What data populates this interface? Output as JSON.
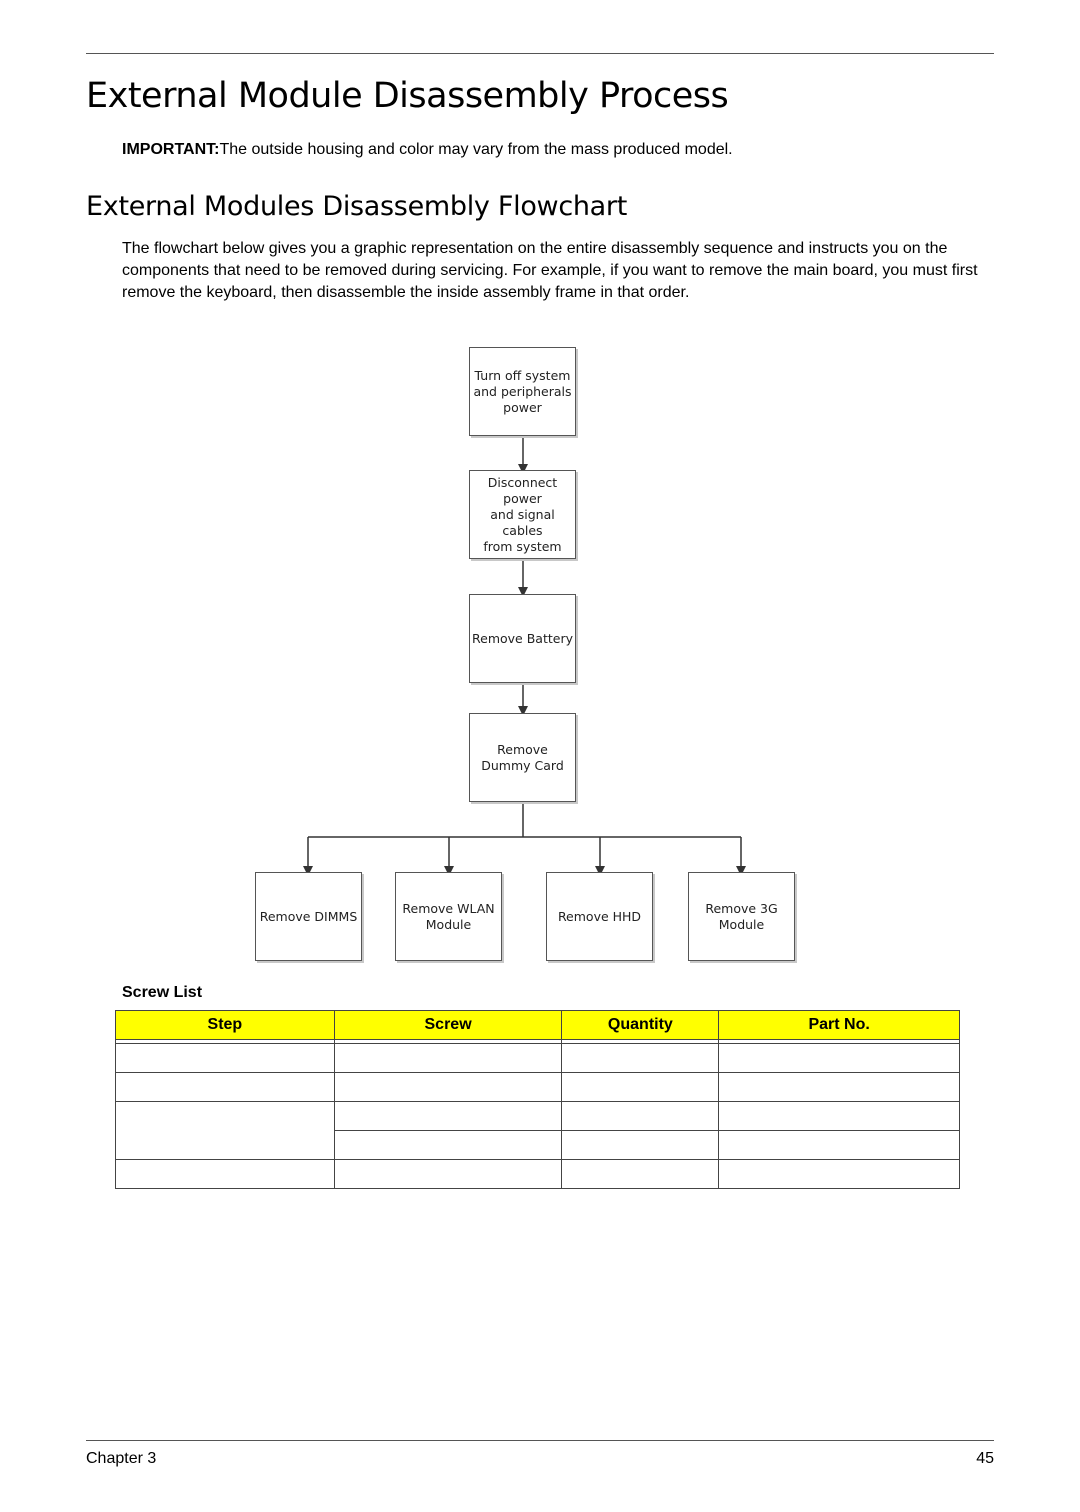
{
  "heading": "External Module Disassembly Process",
  "important": {
    "label": "IMPORTANT:",
    "text": "The outside housing and color may vary from the mass produced model."
  },
  "subheading": "External Modules Disassembly Flowchart",
  "intro": "The flowchart below gives you a graphic representation on the entire disassembly sequence and instructs you on the components that need to be removed during servicing. For example, if you want to remove the main board, you must first remove the keyboard, then disassemble the inside assembly frame in that order.",
  "flowchart": {
    "steps": [
      "Turn off system\nand peripherals\npower",
      "Disconnect power\nand signal cables\nfrom system",
      "Remove Battery",
      "Remove\nDummy Card"
    ],
    "branches": [
      "Remove DIMMS",
      "Remove WLAN\nModule",
      "Remove HHD",
      "Remove 3G\nModule"
    ]
  },
  "screw_list": {
    "title": "Screw List",
    "headers": [
      "Step",
      "Screw",
      "Quantity",
      "Part No."
    ]
  },
  "footer": {
    "chapter": "Chapter 3",
    "page": "45"
  }
}
